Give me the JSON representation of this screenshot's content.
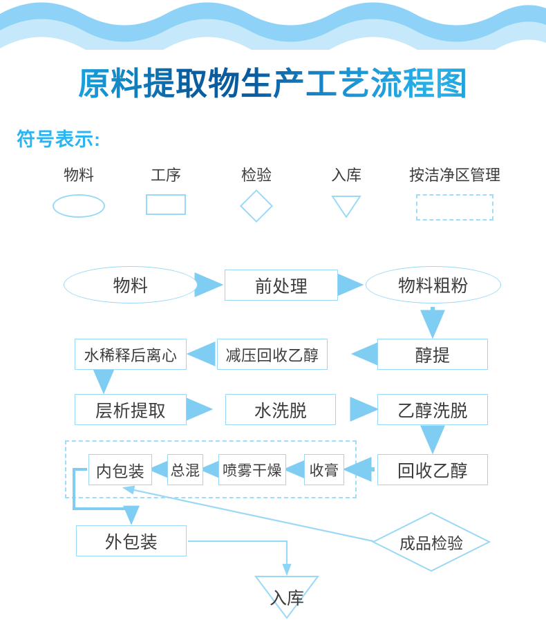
{
  "page": {
    "title": "原料提取物生产工艺流程图",
    "legend_heading": "符号表示:",
    "accent_color": "#2ab4f0",
    "line_color": "#9ad8f7",
    "text_color": "#3c3c3c",
    "wave_dark": "#8ed3f7",
    "wave_light": "#c5e8fb"
  },
  "legend": {
    "items": [
      {
        "label": "物料",
        "shape": "ellipse"
      },
      {
        "label": "工序",
        "shape": "rectangle"
      },
      {
        "label": "检验",
        "shape": "diamond"
      },
      {
        "label": "入库",
        "shape": "triangle-down"
      },
      {
        "label": "按洁净区管理",
        "shape": "dashed-rectangle"
      }
    ]
  },
  "flowchart": {
    "type": "process-flow-diagram",
    "nodes": [
      {
        "id": "n1",
        "label": "物料",
        "shape": "ellipse"
      },
      {
        "id": "n2",
        "label": "前处理",
        "shape": "rectangle"
      },
      {
        "id": "n3",
        "label": "物料粗粉",
        "shape": "ellipse"
      },
      {
        "id": "n4",
        "label": "醇提",
        "shape": "rectangle"
      },
      {
        "id": "n5",
        "label": "减压回收乙醇",
        "shape": "rectangle"
      },
      {
        "id": "n6",
        "label": "水稀释后离心",
        "shape": "rectangle"
      },
      {
        "id": "n7",
        "label": "层析提取",
        "shape": "rectangle"
      },
      {
        "id": "n8",
        "label": "水洗脱",
        "shape": "rectangle"
      },
      {
        "id": "n9",
        "label": "乙醇洗脱",
        "shape": "rectangle"
      },
      {
        "id": "n10",
        "label": "回收乙醇",
        "shape": "rectangle"
      },
      {
        "id": "n11",
        "label": "收膏",
        "shape": "rectangle"
      },
      {
        "id": "n12",
        "label": "喷雾干燥",
        "shape": "rectangle"
      },
      {
        "id": "n13",
        "label": "总混",
        "shape": "rectangle"
      },
      {
        "id": "n14",
        "label": "内包装",
        "shape": "rectangle"
      },
      {
        "id": "n15",
        "label": "外包装",
        "shape": "rectangle"
      },
      {
        "id": "n16",
        "label": "入库",
        "shape": "triangle-down"
      },
      {
        "id": "n17",
        "label": "成品检验",
        "shape": "diamond"
      }
    ],
    "cleanroom_region": {
      "label": "按洁净区管理",
      "contains": [
        "n11",
        "n12",
        "n13",
        "n14"
      ]
    },
    "edges": [
      {
        "from": "n1",
        "to": "n2"
      },
      {
        "from": "n2",
        "to": "n3"
      },
      {
        "from": "n3",
        "to": "n4"
      },
      {
        "from": "n4",
        "to": "n5"
      },
      {
        "from": "n5",
        "to": "n6"
      },
      {
        "from": "n6",
        "to": "n7"
      },
      {
        "from": "n7",
        "to": "n8"
      },
      {
        "from": "n8",
        "to": "n9"
      },
      {
        "from": "n9",
        "to": "n10"
      },
      {
        "from": "n10",
        "to": "n11"
      },
      {
        "from": "n11",
        "to": "n12"
      },
      {
        "from": "n12",
        "to": "n13"
      },
      {
        "from": "n13",
        "to": "n14"
      },
      {
        "from": "n14",
        "to": "n15"
      },
      {
        "from": "n15",
        "to": "n16"
      },
      {
        "from": "n17",
        "to": "n14"
      }
    ]
  }
}
